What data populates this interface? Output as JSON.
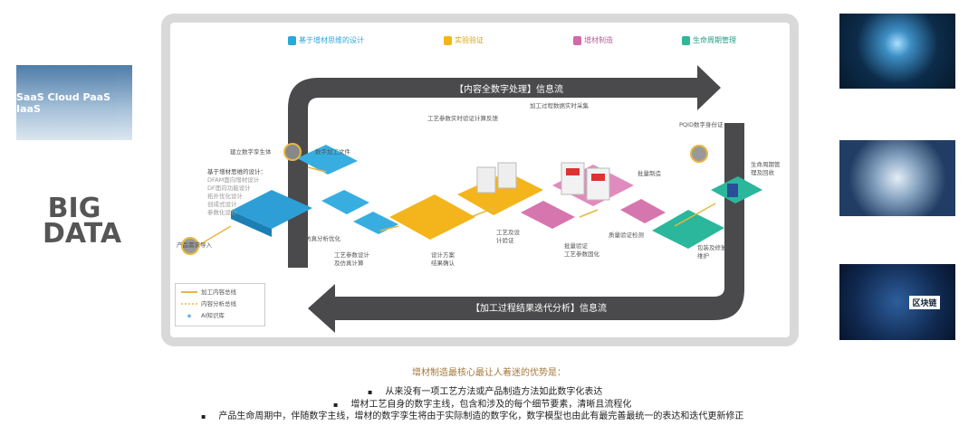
{
  "side_images": {
    "left": [
      {
        "name": "cloud-saas-wordcloud",
        "text": "SaaS Cloud PaaS IaaS"
      },
      {
        "name": "big-data-wordcloud",
        "text": "BIG DATA"
      }
    ],
    "right": [
      {
        "name": "ai-lightbulb"
      },
      {
        "name": "robot-thinking"
      },
      {
        "name": "blockchain",
        "text": "区块链"
      }
    ]
  },
  "diagram": {
    "headers": [
      {
        "label": "基于增材思维的设计",
        "color": "#29a8dc"
      },
      {
        "label": "实验验证",
        "color": "#f2b619"
      },
      {
        "label": "增材制造",
        "color": "#d06aa8"
      },
      {
        "label": "生命周期管理",
        "color": "#2fb79a"
      }
    ],
    "top_flow": "【内容全数字处理】信息流",
    "bottom_flow": "【加工过程结果迭代分析】信息流",
    "labels": {
      "digital_twin": "建立数字孪生体",
      "digital_file": "数字加工文件",
      "design_title": "基于增材思维的设计：",
      "design_items": [
        "DFAM面向增材设计",
        "DF面向功能设计",
        "拓扑优化设计",
        "创成式设计",
        "参数化设计"
      ],
      "demand": "产品需求导入",
      "sim": "仿真分析优化",
      "process_param": "工艺参数设计\n及仿真计算",
      "plan_confirm": "设计方案\n结果确认",
      "realtime_feedback": "工艺参数实时验证计算反馈",
      "data_collect": "加工过程数据实时采集",
      "process_verify": "工艺及设\n计验证",
      "batch_verify": "批量验证\n工艺参数固化",
      "batch_mfg": "批量制造",
      "quality": "质量验证检测",
      "pqid": "PQID数字身份证",
      "package": "包装及修复\n维护",
      "lifecycle": "生命周期管\n理及回收"
    },
    "legend": [
      "加工内容总线",
      "内容分析总线",
      "AI知识库"
    ]
  },
  "summary": {
    "title": "增材制造最核心最让人着迷的优势是：",
    "bullets": [
      "从来没有一项工艺方法或产品制造方法如此数字化表达",
      "增材工艺自身的数字主线，包含和涉及的每个细节要素，清晰且流程化",
      "产品生命周期中，伴随数字主线，增材的数字孪生将由于实际制造的数字化，数字模型也由此有最完善最统一的表达和迭代更新修正"
    ]
  }
}
